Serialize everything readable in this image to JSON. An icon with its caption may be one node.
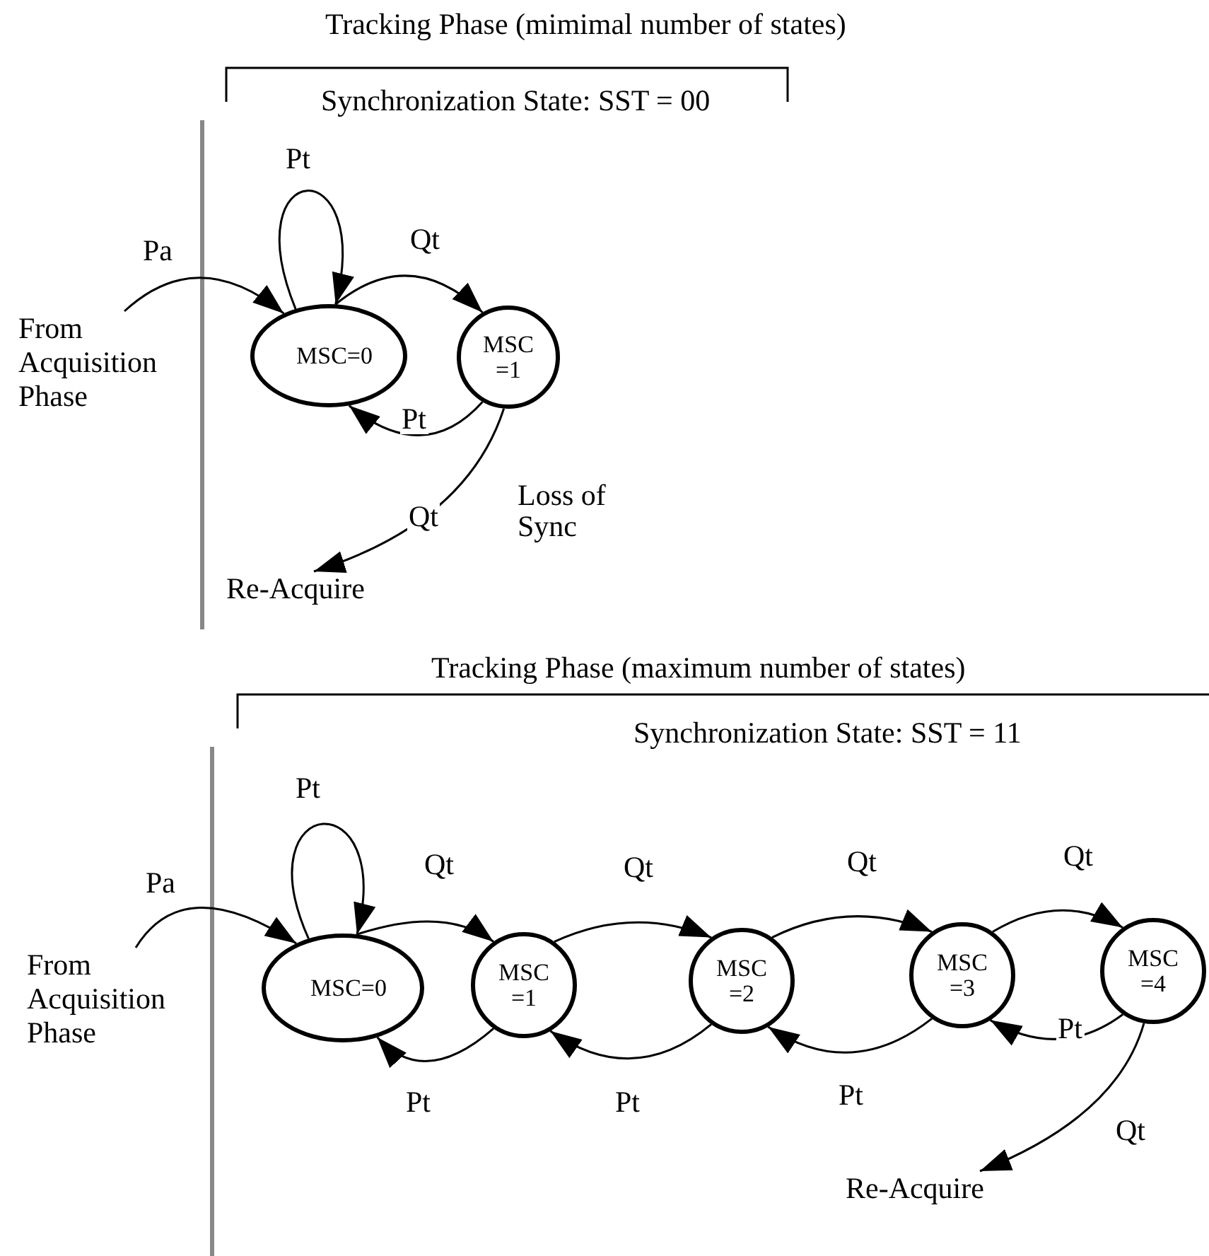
{
  "diagram": {
    "nodes": [
      {
        "text": [
          "From Acquisition Phase"
        ]
      },
      {
        "text": [
          "MSC=0"
        ]
      },
      {
        "text": [
          "MSC =1"
        ]
      },
      {
        "text": [
          "Re-Acquire"
        ]
      },
      {
        "text": [
          "From Acquisition Phase"
        ]
      },
      {
        "text": [
          "MSC=0"
        ]
      },
      {
        "text": [
          "MSC =1"
        ]
      },
      {
        "text": [
          "MSC =2"
        ]
      },
      {
        "text": [
          "MSC =3"
        ]
      },
      {
        "text": [
          "MSC =4"
        ]
      },
      {
        "text": [
          "Re-Acquire"
        ]
      }
    ],
    "edges": [
      {
        "from": 0,
        "to": 1,
        "arrow": "to",
        "label": "Pa"
      },
      {
        "from": 1,
        "to": 1,
        "arrow": "to",
        "label": "Pt"
      },
      {
        "from": 1,
        "to": 2,
        "arrow": "to",
        "label": "Qt"
      },
      {
        "from": 2,
        "to": 1,
        "arrow": "to",
        "label": "Pt"
      },
      {
        "from": 2,
        "to": 3,
        "arrow": "to",
        "label": "Qt"
      },
      {
        "from": 4,
        "to": 5,
        "arrow": "to",
        "label": "Pa"
      },
      {
        "from": 5,
        "to": 5,
        "arrow": "to",
        "label": "Pt"
      },
      {
        "from": 5,
        "to": 6,
        "arrow": "to",
        "label": "Qt"
      },
      {
        "from": 6,
        "to": 5,
        "arrow": "to",
        "label": "Pt"
      },
      {
        "from": 6,
        "to": 7,
        "arrow": "to",
        "label": "Qt"
      },
      {
        "from": 7,
        "to": 6,
        "arrow": "to",
        "label": "Pt"
      },
      {
        "from": 7,
        "to": 8,
        "arrow": "to",
        "label": "Qt"
      },
      {
        "from": 8,
        "to": 7,
        "arrow": "to",
        "label": "Pt"
      },
      {
        "from": 8,
        "to": 9,
        "arrow": "to",
        "label": "Qt"
      },
      {
        "from": 9,
        "to": 8,
        "arrow": "to",
        "label": "Pt"
      },
      {
        "from": 9,
        "to": 10,
        "arrow": "to",
        "label": "Qt"
      }
    ],
    "labels": [
      "Tracking Phase (mimimal number of states)",
      "Synchronization State: SST = 00",
      "Loss of Sync",
      "Tracking Phase (maximum number of states)",
      "Synchronization State: SST = 11"
    ]
  }
}
